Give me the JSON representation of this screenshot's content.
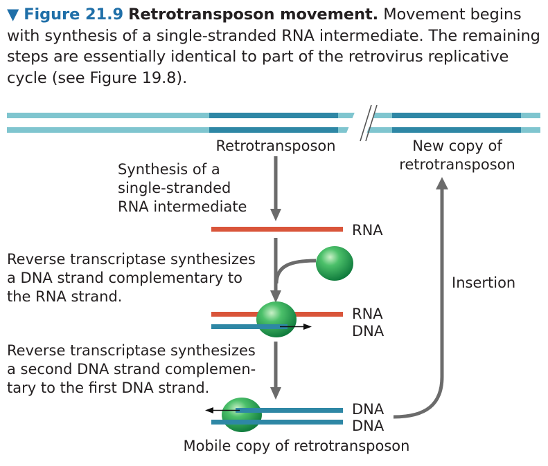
{
  "caption": {
    "marker": "▼",
    "figure_number": "Figure 21.9",
    "title": "Retrotransposon movement.",
    "text": "Movement begins with synthesis of a single-stranded RNA intermediate. The remaining steps are essentially identical to part of the retrovirus replicative cycle (see Figure 19.8)."
  },
  "labels": {
    "retrotransposon": "Retrotransposon",
    "new_copy": [
      "New copy of",
      "retrotransposon"
    ],
    "step1": [
      "Synthesis of a",
      "single-stranded",
      "RNA intermediate"
    ],
    "step2": [
      "Reverse transcriptase synthesizes",
      "a DNA strand complementary to",
      "the RNA strand."
    ],
    "step3": [
      "Reverse transcriptase synthesizes",
      "a second DNA strand complemen-",
      "tary to the first DNA strand."
    ],
    "insertion": "Insertion",
    "rna_1": "RNA",
    "rna_2": "RNA",
    "dna_1": "DNA",
    "dna_2": "DNA",
    "dna_3": "DNA",
    "mobile_copy": "Mobile copy of retrotransposon"
  },
  "colors": {
    "host_dna": "#7fc5cf",
    "transposon_dna": "#2e87a5",
    "rna": "#d9553a",
    "dna": "#2e87a5",
    "arrow": "#6b6b6b",
    "enzyme": "#2eaa58"
  }
}
